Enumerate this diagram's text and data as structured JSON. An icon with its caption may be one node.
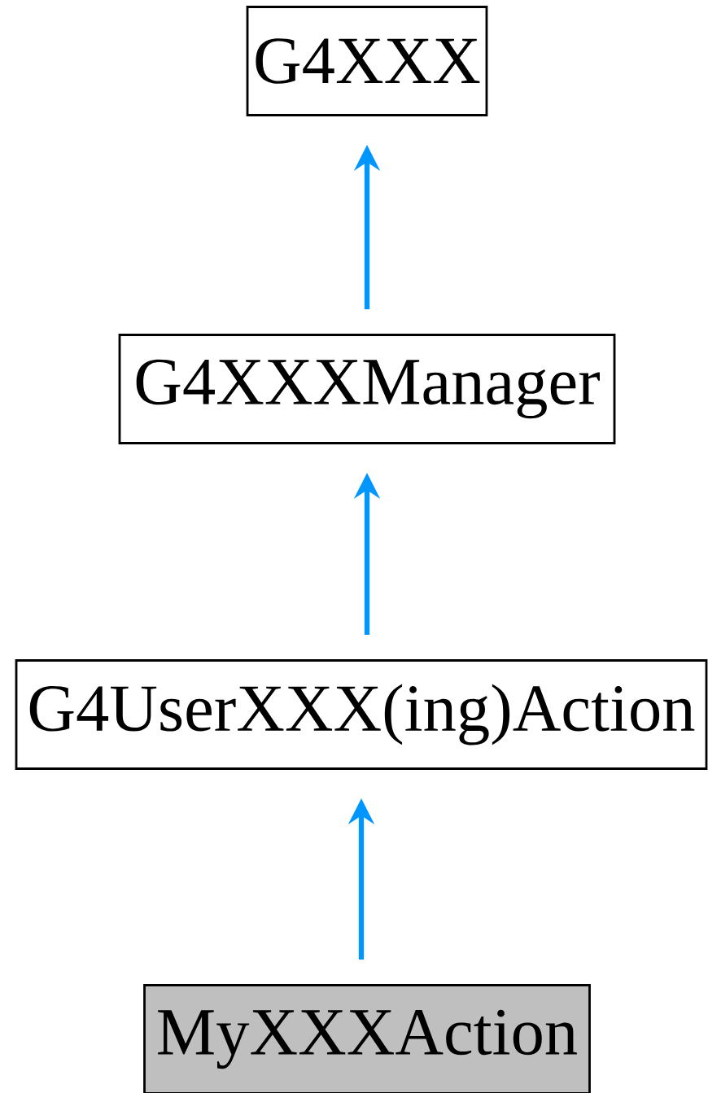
{
  "diagram": {
    "nodes": [
      {
        "text": [
          "G4XXX"
        ]
      },
      {
        "text": [
          "G4XXXManager"
        ]
      },
      {
        "text": [
          "G4UserXXX(ing)Action"
        ]
      },
      {
        "text": [
          "MyXXXAction"
        ]
      }
    ],
    "edges": [
      {
        "from": 1,
        "to": 0,
        "arrow": "to"
      },
      {
        "from": 2,
        "to": 1,
        "arrow": "to"
      },
      {
        "from": 3,
        "to": 2,
        "arrow": "to"
      }
    ]
  }
}
